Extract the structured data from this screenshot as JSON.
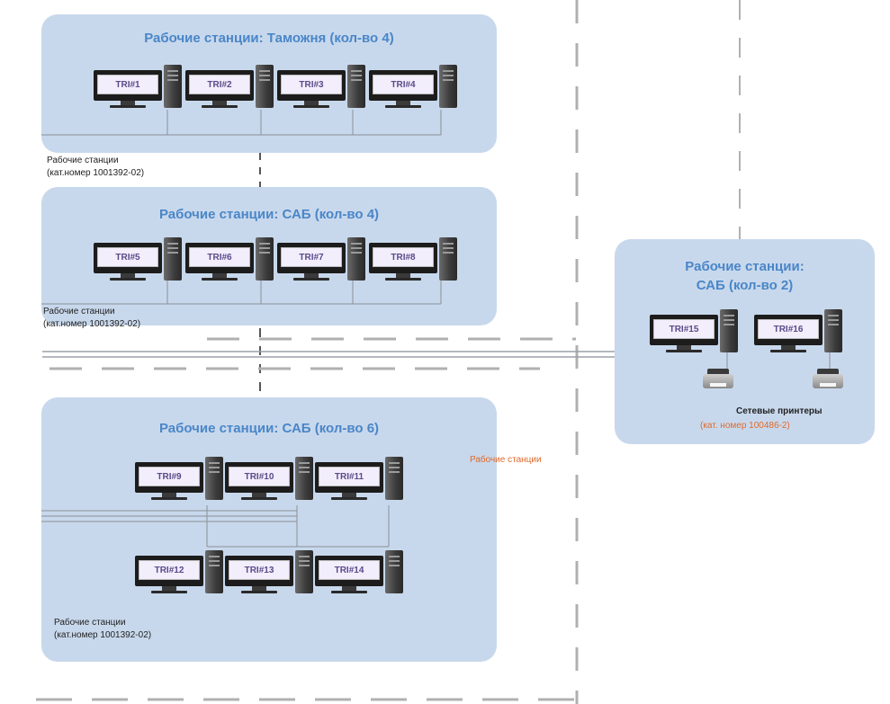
{
  "groups": [
    {
      "title": "Рабочие станции: Таможня (кол-во 4)",
      "caption_line1": "Рабочие станции",
      "caption_line2": "(кат.номер 1001392-02)",
      "stations": [
        "TRI#1",
        "TRI#2",
        "TRI#3",
        "TRI#4"
      ]
    },
    {
      "title": "Рабочие станции: САБ (кол-во 4)",
      "caption_line1": "Рабочие станции",
      "caption_line2": "(кат.номер 1001392-02)",
      "stations": [
        "TRI#5",
        "TRI#6",
        "TRI#7",
        "TRI#8"
      ]
    },
    {
      "title": "Рабочие станции: САБ (кол-во 6)",
      "caption_line1": "Рабочие станции",
      "caption_line2": "(кат.номер 1001392-02)",
      "stations": [
        "TRI#9",
        "TRI#10",
        "TRI#11",
        "TRI#12",
        "TRI#13",
        "TRI#14"
      ]
    },
    {
      "title_line1": "Рабочие станции:",
      "title_line2": "САБ (кол-во 2)",
      "stations": [
        "TRI#15",
        "TRI#16"
      ],
      "printers_label": "Сетевые принтеры",
      "printers_catalog": "(кат. номер 100486-2)"
    }
  ],
  "middle_label": "Рабочие станции",
  "colors": {
    "panel": "#c8d8ec",
    "title": "#4a86c8",
    "accent": "#e06a2a",
    "dash": "#b0b0b0"
  }
}
